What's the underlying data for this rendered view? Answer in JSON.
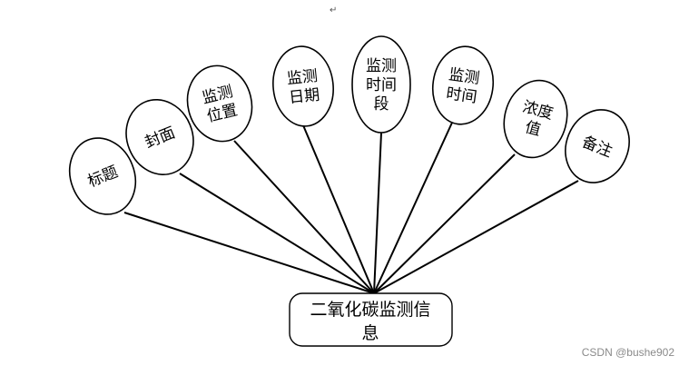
{
  "entity": {
    "lines": [
      "二氧化碳监测信",
      "息"
    ]
  },
  "attributes": [
    {
      "lines": [
        "标题"
      ]
    },
    {
      "lines": [
        "封面"
      ]
    },
    {
      "lines": [
        "监测",
        "位置"
      ]
    },
    {
      "lines": [
        "监测",
        "日期"
      ]
    },
    {
      "lines": [
        "监测",
        "时间",
        "段"
      ]
    },
    {
      "lines": [
        "监测",
        "时间"
      ]
    },
    {
      "lines": [
        "浓度",
        "值"
      ]
    },
    {
      "lines": [
        "备注"
      ]
    }
  ],
  "paragraph_mark": "↵",
  "watermark": "CSDN @bushe902"
}
